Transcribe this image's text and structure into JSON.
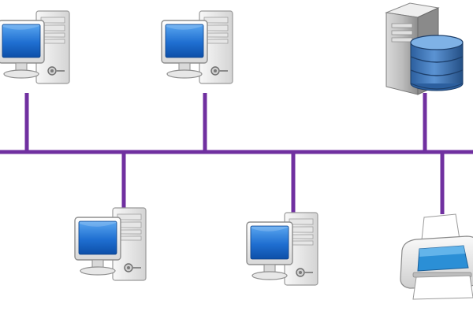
{
  "diagram": {
    "type": "bus-network-topology",
    "bus_color": "#7030a0",
    "nodes": [
      {
        "name": "workstation-1",
        "icon": "desktop-computer-icon",
        "side": "above"
      },
      {
        "name": "workstation-2",
        "icon": "desktop-computer-icon",
        "side": "above"
      },
      {
        "name": "database-server",
        "icon": "database-server-icon",
        "side": "above"
      },
      {
        "name": "workstation-3",
        "icon": "desktop-computer-icon",
        "side": "below"
      },
      {
        "name": "workstation-4",
        "icon": "desktop-computer-icon",
        "side": "below"
      },
      {
        "name": "network-printer",
        "icon": "printer-icon",
        "side": "below"
      }
    ],
    "colors": {
      "screen": "#1f6fd1",
      "case": "#ececec",
      "case_border": "#9a9a9a",
      "database": "#3f78b8",
      "printer_paper": "#ffffff",
      "printer_accent": "#2b8fd6"
    }
  }
}
